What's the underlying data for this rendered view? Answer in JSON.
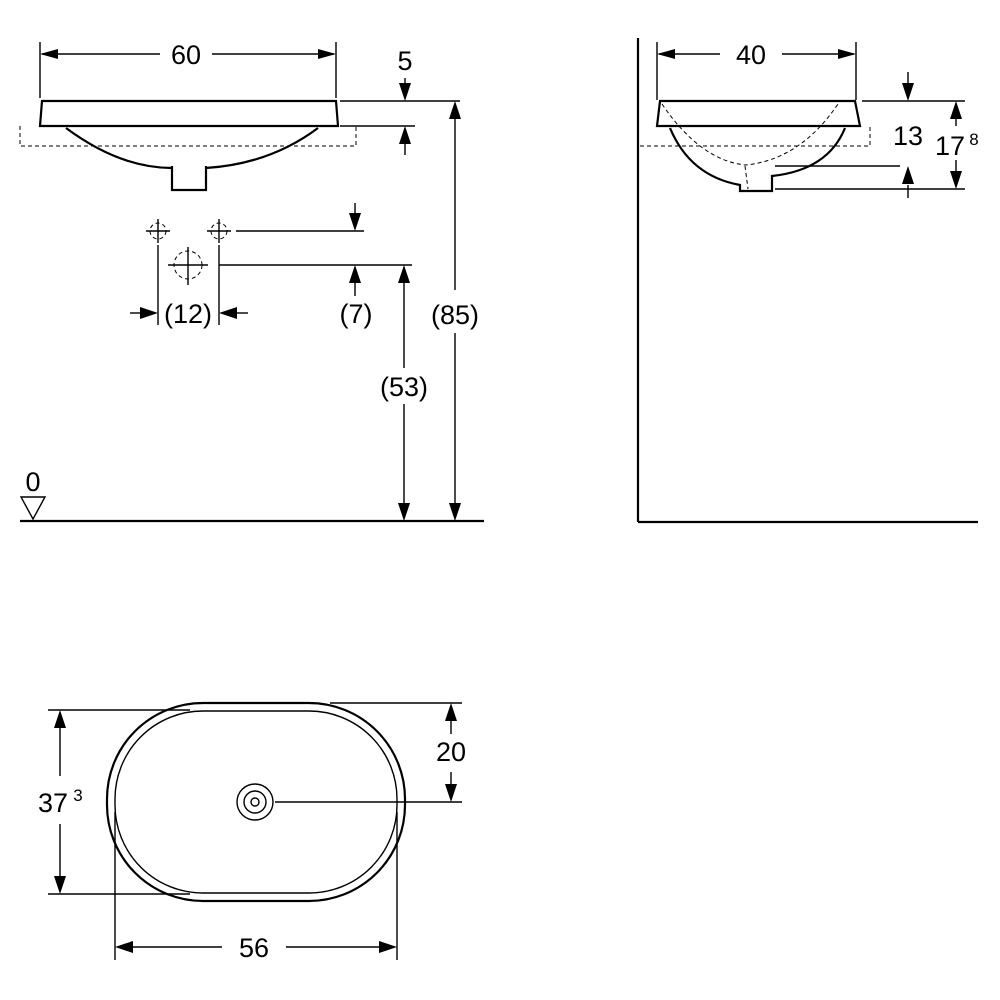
{
  "front_view": {
    "width_label": "60",
    "rim_label": "5",
    "tap_spacing_label": "(12)",
    "tap_offset_label": "(7)",
    "drain_height_label": "(53)",
    "total_height_label": "(85)",
    "floor_label": "0"
  },
  "side_view": {
    "depth_label": "40",
    "bowl_label": "13",
    "overall_label_main": "17",
    "overall_label_sup": "8"
  },
  "top_view": {
    "height_label_main": "37",
    "height_label_sup": "3",
    "center_label": "20",
    "width_label": "56"
  }
}
